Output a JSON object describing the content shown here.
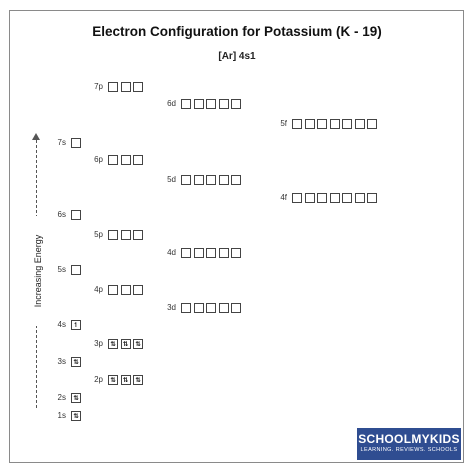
{
  "title": "Electron Configuration for Potassium (K - 19)",
  "subtitle": "[Ar] 4s1",
  "energy_axis_label": "Increasing Energy",
  "up_arrow_glyph": "⇅",
  "single_arrow_glyph": "↿",
  "orbitals": [
    {
      "label": "7p",
      "count": 3,
      "electrons": 0
    },
    {
      "label": "6d",
      "count": 5,
      "electrons": 0
    },
    {
      "label": "5f",
      "count": 7,
      "electrons": 0
    },
    {
      "label": "7s",
      "count": 1,
      "electrons": 0
    },
    {
      "label": "6p",
      "count": 3,
      "electrons": 0
    },
    {
      "label": "5d",
      "count": 5,
      "electrons": 0
    },
    {
      "label": "4f",
      "count": 7,
      "electrons": 0
    },
    {
      "label": "6s",
      "count": 1,
      "electrons": 0
    },
    {
      "label": "5p",
      "count": 3,
      "electrons": 0
    },
    {
      "label": "4d",
      "count": 5,
      "electrons": 0
    },
    {
      "label": "5s",
      "count": 1,
      "electrons": 0
    },
    {
      "label": "4p",
      "count": 3,
      "electrons": 0
    },
    {
      "label": "3d",
      "count": 5,
      "electrons": 0
    },
    {
      "label": "4s",
      "count": 1,
      "electrons": 1
    },
    {
      "label": "3p",
      "count": 3,
      "electrons": 6
    },
    {
      "label": "3s",
      "count": 1,
      "electrons": 2
    },
    {
      "label": "2p",
      "count": 3,
      "electrons": 6
    },
    {
      "label": "2s",
      "count": 1,
      "electrons": 2
    },
    {
      "label": "1s",
      "count": 1,
      "electrons": 2
    }
  ],
  "logo": {
    "name": "SCHOOLMYKIDS",
    "tagline": "LEARNING. REVIEWS. SCHOOLS"
  }
}
